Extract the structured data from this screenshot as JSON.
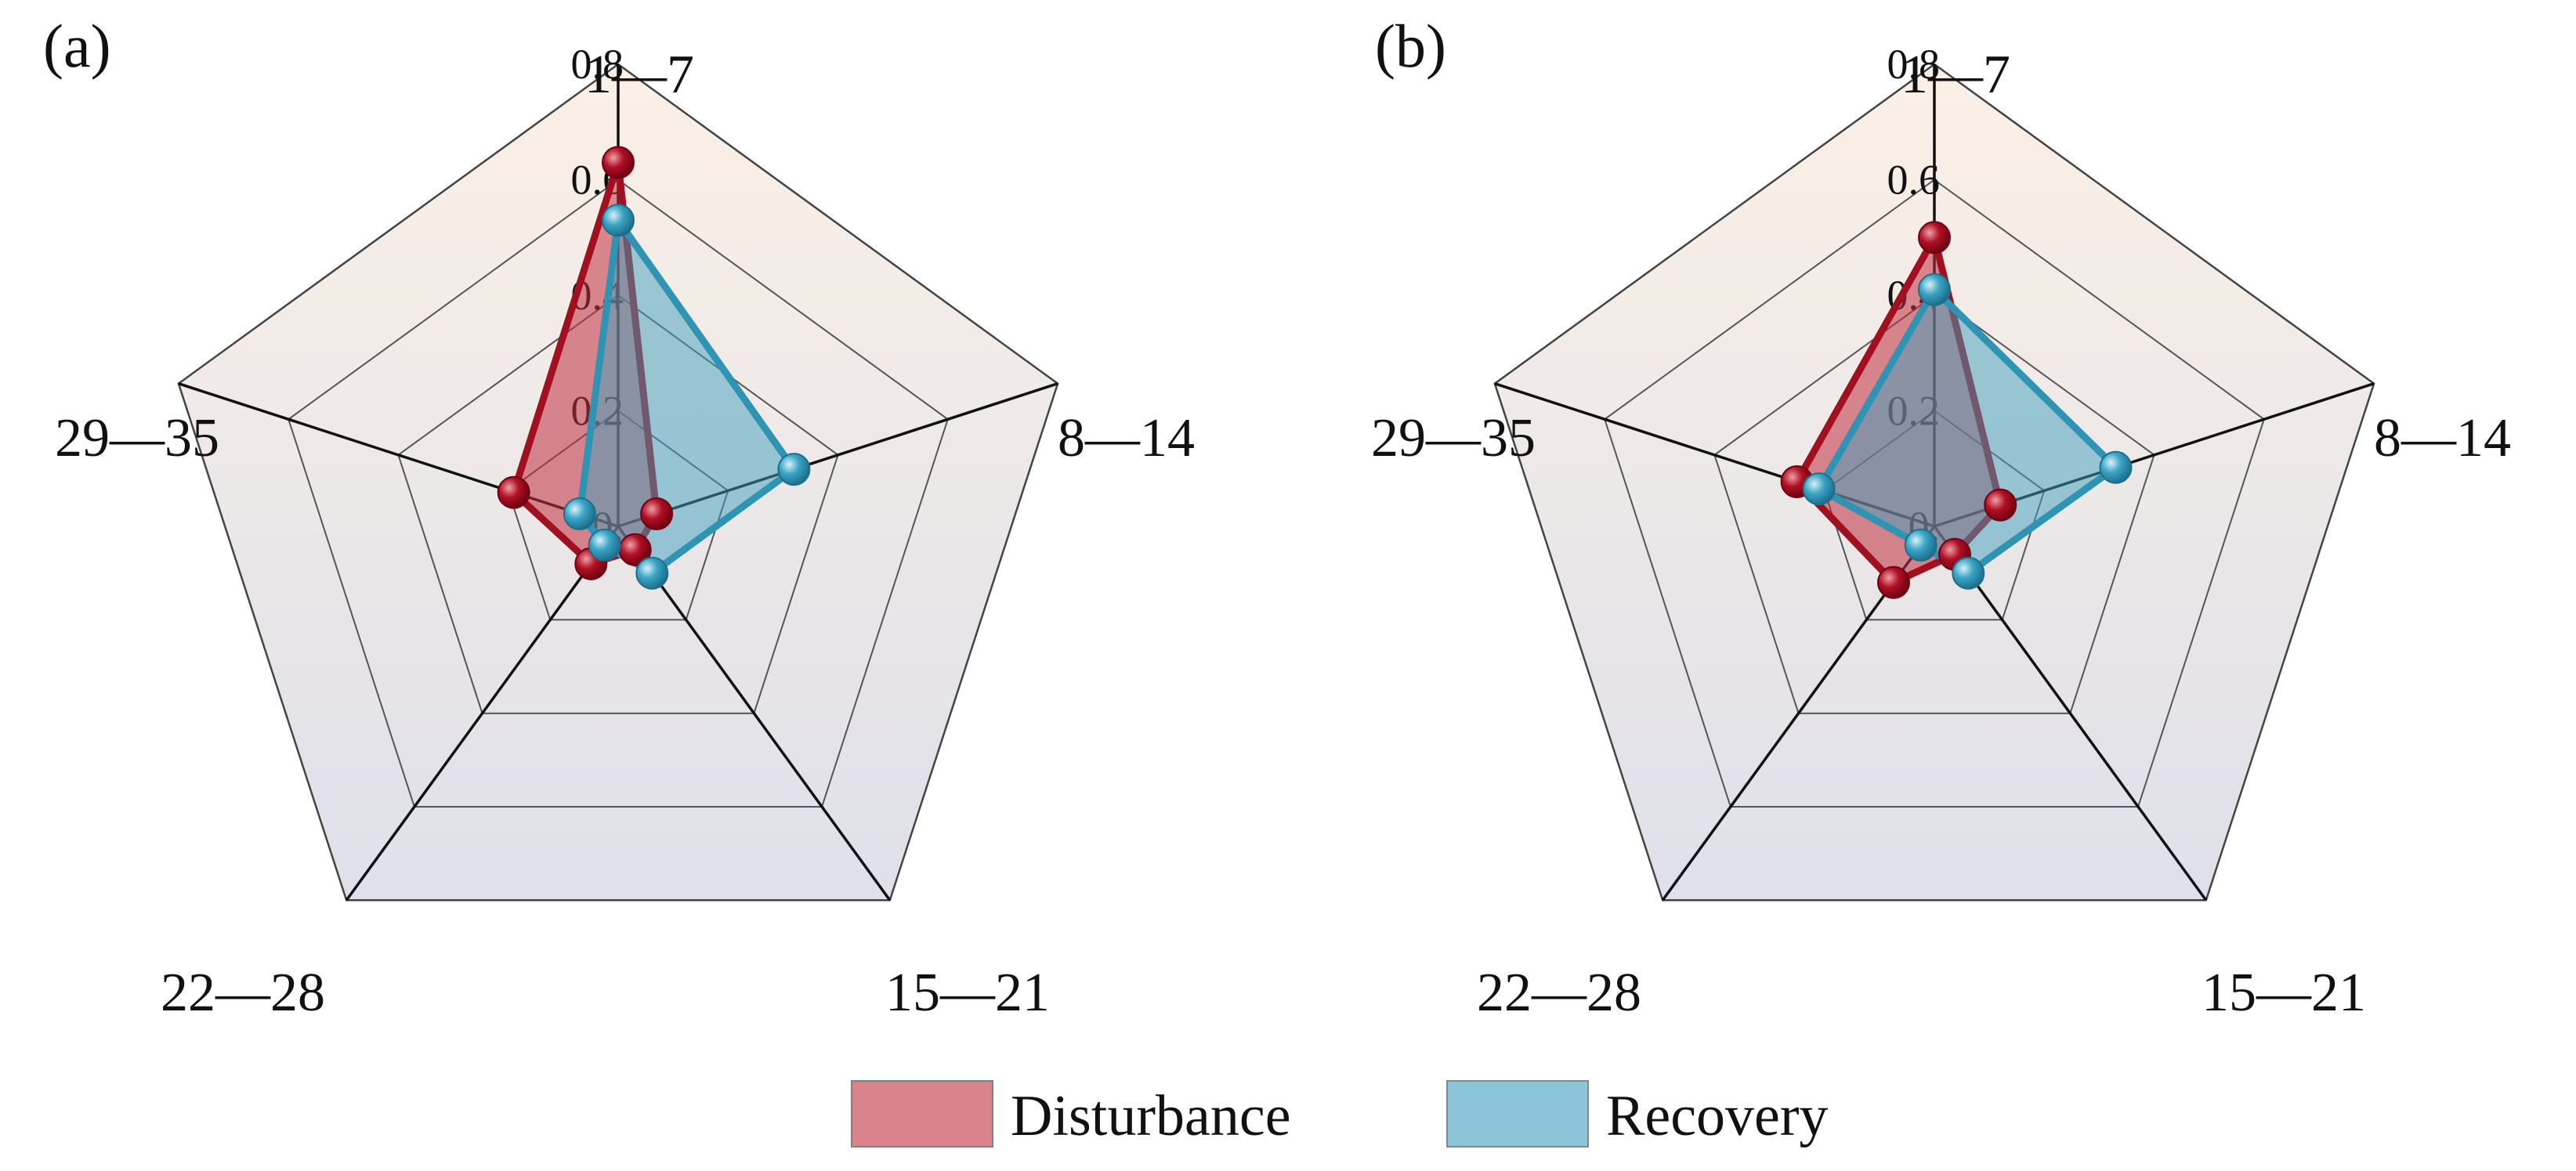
{
  "legend": {
    "disturbance_label": "Disturbance",
    "recovery_label": "Recovery"
  },
  "colors": {
    "disturbance": "#c0303f",
    "recovery": "#3f9fbe",
    "background_top": "#fbf0e6",
    "background_bottom": "#dfe0ea"
  },
  "chart_data": [
    {
      "type": "radar",
      "panel_label": "(a)",
      "categories": [
        "1—7",
        "8—14",
        "15—21",
        "22—28",
        "29—35"
      ],
      "ticks": [
        "0.",
        "0.2",
        "0.4",
        "0.6",
        "0.8"
      ],
      "rlim": [
        0,
        0.8
      ],
      "grid": true,
      "legend_position": "bottom",
      "series": [
        {
          "name": "Disturbance",
          "values": [
            0.63,
            0.07,
            0.05,
            0.08,
            0.19
          ]
        },
        {
          "name": "Recovery",
          "values": [
            0.53,
            0.32,
            0.1,
            0.04,
            0.07
          ]
        }
      ]
    },
    {
      "type": "radar",
      "panel_label": "(b)",
      "categories": [
        "1—7",
        "8—14",
        "15—21",
        "22—28",
        "29—35"
      ],
      "ticks": [
        "0.",
        "0.2",
        "0.4",
        "0.6",
        "0.8"
      ],
      "rlim": [
        0,
        0.8
      ],
      "grid": true,
      "legend_position": "bottom",
      "series": [
        {
          "name": "Disturbance",
          "values": [
            0.5,
            0.12,
            0.06,
            0.12,
            0.25
          ]
        },
        {
          "name": "Recovery",
          "values": [
            0.41,
            0.33,
            0.1,
            0.04,
            0.21
          ]
        }
      ]
    }
  ]
}
